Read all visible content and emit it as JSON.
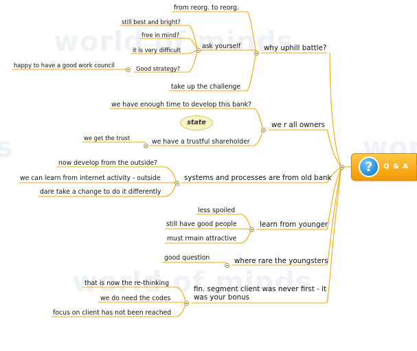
{
  "center": {
    "label": "Q & A",
    "icon": "question-icon",
    "color_top": "#ffc844",
    "color_bottom": "#f39a00"
  },
  "branches": [
    {
      "label": "why uphill battle?",
      "children": [
        {
          "label": "from reorg. to reorg."
        },
        {
          "label": "ask yourself",
          "children": [
            {
              "label": "still best and bright?"
            },
            {
              "label": "free in mind?"
            },
            {
              "label": "it is very difficult"
            },
            {
              "label": "Good strategy?",
              "children": [
                {
                  "label": "happy to have a good work council"
                }
              ]
            }
          ]
        },
        {
          "label": "take up the challenge"
        }
      ]
    },
    {
      "label": "we r all owners",
      "children": [
        {
          "label": "we have enough time to develop this bank?"
        },
        {
          "label": "we have a trustful shareholder",
          "callout": "state",
          "children": [
            {
              "label": "we get the trust"
            }
          ]
        }
      ]
    },
    {
      "label": "systems and processes are from old bank",
      "children": [
        {
          "label": "now develop from the outside?"
        },
        {
          "label": "we can learn from internet activity - outside"
        },
        {
          "label": "dare take a change to do it differently"
        }
      ]
    },
    {
      "label": "learn from younger",
      "children": [
        {
          "label": "less spoiled"
        },
        {
          "label": "still have good people"
        },
        {
          "label": "must rmain attractive"
        }
      ]
    },
    {
      "label": "where rare the youngsters",
      "children": [
        {
          "label": "good question"
        }
      ]
    },
    {
      "label": "fin. segment client was never first - it was your bonus",
      "children": [
        {
          "label": "that is now the re-thinking"
        },
        {
          "label": "we do need the codes"
        },
        {
          "label": "focus on client has not been reached"
        }
      ]
    }
  ],
  "watermark": {
    "text": "world of minds"
  },
  "line_color": "#f2a900"
}
